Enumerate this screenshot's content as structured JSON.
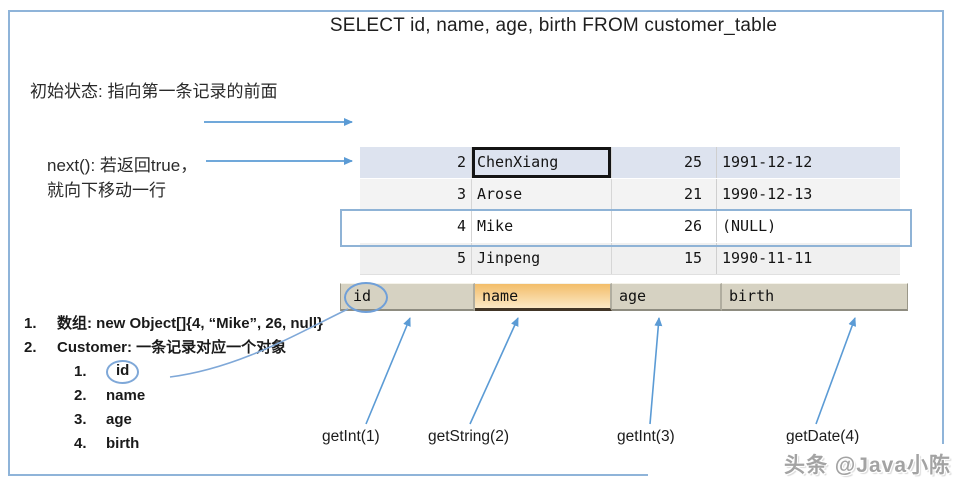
{
  "title": "SELECT id, name, age, birth FROM customer_table",
  "annotations": {
    "initial_state": "初始状态: 指向第一条记录的前面",
    "next_line1": "next(): 若返回true，",
    "next_line2": "就向下移动一行"
  },
  "result_table": {
    "headers": [
      "id",
      "name",
      "age",
      "birth"
    ],
    "rows": [
      [
        "2",
        "ChenXiang",
        "25",
        "1991-12-12"
      ],
      [
        "3",
        "Arose",
        "21",
        "1990-12-13"
      ],
      [
        "4",
        "Mike",
        "26",
        "(NULL)"
      ],
      [
        "5",
        "Jinpeng",
        "15",
        "1990-11-11"
      ]
    ],
    "selected_cell": "ChenXiang",
    "highlighted_row": "4 Mike 26 (NULL)"
  },
  "notes": {
    "item1_num": "1.",
    "item1_text": "数组: new Object[]{4, “Mike”, 26, null}",
    "item2_num": "2.",
    "item2_text": "Customer: 一条记录对应一个对象",
    "sub_items": [
      {
        "num": "1.",
        "label": "id"
      },
      {
        "num": "2.",
        "label": "name"
      },
      {
        "num": "3.",
        "label": "age"
      },
      {
        "num": "4.",
        "label": "birth"
      }
    ]
  },
  "getters": [
    "getInt(1)",
    "getString(2)",
    "getInt(3)",
    "getDate(4)"
  ],
  "watermark": "头条 @Java小陈",
  "colors": {
    "arrow_blue": "#5b9bd5",
    "frame_border": "#8fb4d9",
    "header_bg": "#d6d2c2",
    "name_highlight_top": "#f3bd69",
    "name_highlight_bottom": "#fbe9c6",
    "selected_row_bg": "#dde3ef"
  }
}
